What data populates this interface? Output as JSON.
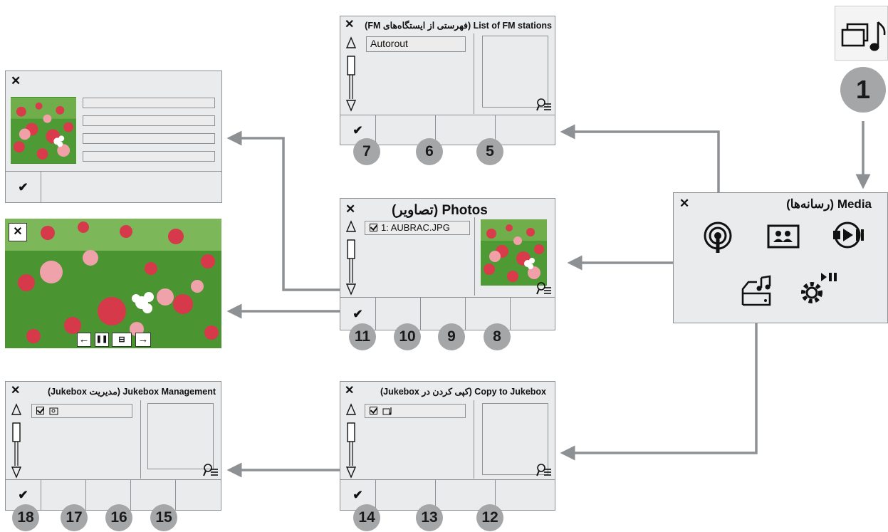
{
  "media_panel": {
    "close": "✕",
    "title": "Media",
    "title_fa": "(رسانه‌ها)"
  },
  "fm_panel": {
    "close": "✕",
    "title": "(FM فهرستی از ایستگاه‌های) List of FM stations",
    "item": "Autorout",
    "confirm": "✔"
  },
  "photos_panel": {
    "close": "✕",
    "title": "Photos",
    "title_fa": "(تصاویر)",
    "item": "1: AUBRAC.JPG",
    "confirm": "✔"
  },
  "photo_detail_panel": {
    "close": "✕",
    "confirm": "✔"
  },
  "slideshow": {
    "close": "✕",
    "controls": [
      "←",
      "❚❚",
      "⊟",
      "→"
    ]
  },
  "copy_panel": {
    "close": "✕",
    "title": "(Jukebox کپی کردن در) Copy to Jukebox",
    "confirm": "✔"
  },
  "jukebox_panel": {
    "close": "✕",
    "title": "(Jukebox مدیریت) Jukebox Management",
    "confirm": "✔"
  },
  "badges": {
    "b1": "1",
    "b5": "5",
    "b6": "6",
    "b7": "7",
    "b8": "8",
    "b9": "9",
    "b10": "10",
    "b11": "11",
    "b12": "12",
    "b13": "13",
    "b14": "14",
    "b15": "15",
    "b16": "16",
    "b17": "17",
    "b18": "18"
  },
  "icons": [
    "media-note-icon",
    "radio-icon",
    "photos-icon",
    "play-pause-icon",
    "jukebox-icon",
    "settings-play-icon",
    "search-list-icon",
    "checkbox-icon",
    "music-file-icon",
    "photo-file-icon"
  ],
  "colors": {
    "panel": "#e9ebec",
    "border": "#8e9193",
    "badge": "#a4a6a8",
    "arrow": "#8e9193"
  }
}
